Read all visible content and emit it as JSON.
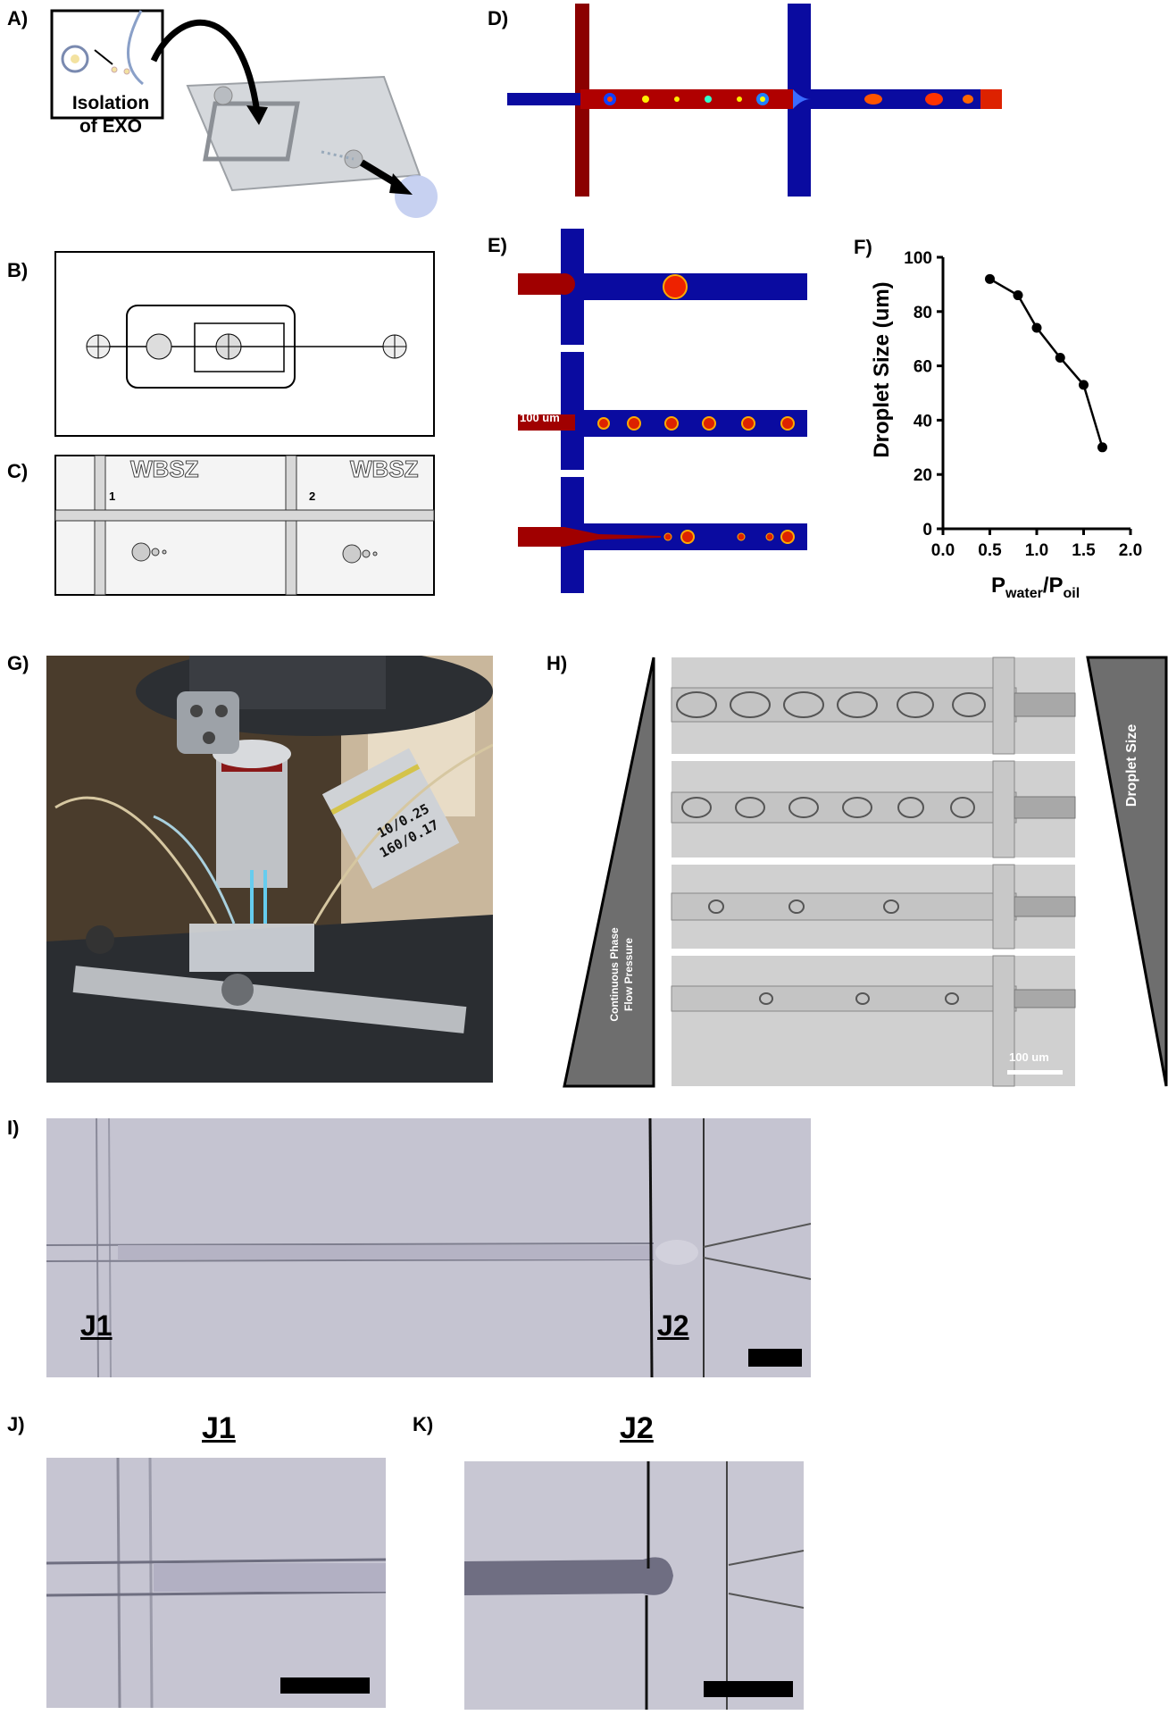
{
  "panel_labels": {
    "A": "A)",
    "B": "B)",
    "C": "C)",
    "D": "D)",
    "E": "E)",
    "F": "F)",
    "G": "G)",
    "H": "H)",
    "I": "I)",
    "J": "J)",
    "K": "K)"
  },
  "panel_a": {
    "line1": "Isolation",
    "line2": "of EXO"
  },
  "panel_c": {
    "chip_text": "WBSZ",
    "num1": "1",
    "num2": "2"
  },
  "panel_e": {
    "scale_label": "100 um"
  },
  "panel_g": {
    "objective_line1": "10/0.25",
    "objective_line2": "160/0.17"
  },
  "panel_h": {
    "left_label_line1": "Continuous Phase",
    "left_label_line2": "Flow Pressure",
    "right_label": "Droplet Size",
    "scale_label": "100 um"
  },
  "panel_i": {
    "j1": "J1",
    "j2": "J2"
  },
  "panel_j": {
    "title": "J1"
  },
  "panel_k": {
    "title": "J2"
  },
  "chart_data": {
    "type": "line",
    "xlabel_main": "P",
    "xlabel_sub1": "water",
    "xlabel_mid": "/P",
    "xlabel_sub2": "oil",
    "ylabel": "Droplet Size (um)",
    "xlim": [
      0.0,
      2.0
    ],
    "ylim": [
      0,
      100
    ],
    "xticks": [
      "0.0",
      "0.5",
      "1.0",
      "1.5",
      "2.0"
    ],
    "yticks": [
      "0",
      "20",
      "40",
      "60",
      "80",
      "100"
    ],
    "x": [
      0.5,
      0.8,
      1.0,
      1.25,
      1.5,
      1.7
    ],
    "y": [
      92,
      86,
      74,
      63,
      53,
      30
    ]
  }
}
